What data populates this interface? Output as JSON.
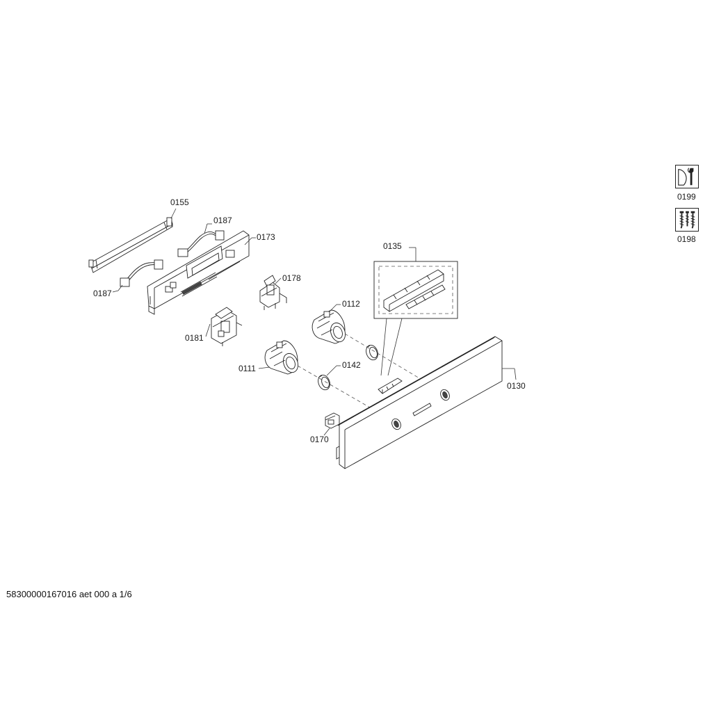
{
  "parts": {
    "p0155": "0155",
    "p0187a": "0187",
    "p0187b": "0187",
    "p0173": "0173",
    "p0178": "0178",
    "p0181": "0181",
    "p0112": "0112",
    "p0111": "0111",
    "p0142": "0142",
    "p0135": "0135",
    "p0130": "0130",
    "p0170": "0170"
  },
  "service_icons": {
    "tools_label": "0199",
    "screws_label": "0198",
    "tools_icon": "wrench-screwdriver-icon",
    "screws_icon": "screws-icon"
  },
  "footer": {
    "document_code": "58300000167016 aet 000 a 1/6"
  }
}
